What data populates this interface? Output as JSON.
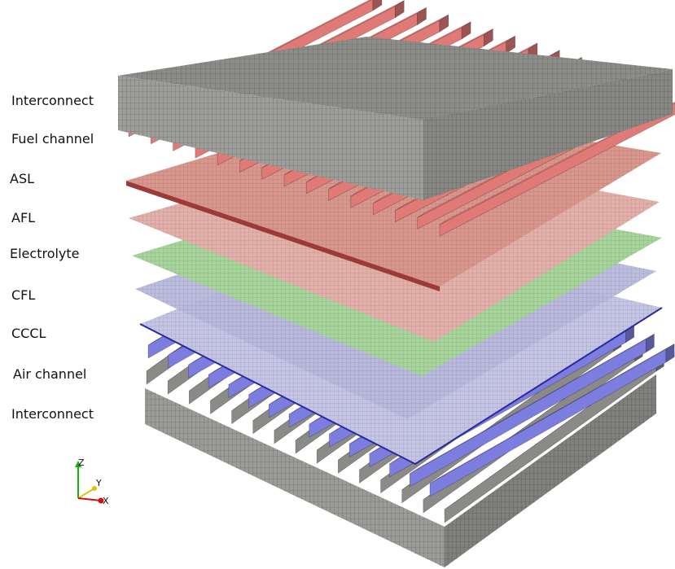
{
  "labels": {
    "interconnect_top": "Interconnect",
    "fuel_channel": "Fuel channel",
    "asl": "ASL",
    "afl": "AFL",
    "electrolyte": "Electrolyte",
    "cfl": "CFL",
    "cccl": "CCCL",
    "air_channel": "Air channel",
    "interconnect_bottom": "Interconnect"
  },
  "axes": {
    "z": "Z",
    "y": "Y",
    "x": "X"
  },
  "colors": {
    "interconnect": "#8a8a86",
    "fuel_channel": "#e07a76",
    "asl": "#d9968c",
    "afl": "#e2b0a8",
    "electrolyte": "#a6d49a",
    "cfl": "#b8b8dc",
    "cccl": "#c4c4e4",
    "air_channel": "#7d7de0",
    "axis_x": "#d01010",
    "axis_y": "#e0c010",
    "axis_z": "#10b010"
  },
  "channel_count": 15
}
